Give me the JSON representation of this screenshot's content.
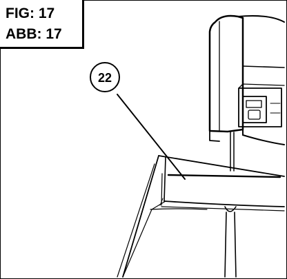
{
  "figure": {
    "label_line_1": "FIG: 17",
    "label_line_2": "ABB: 17"
  },
  "callouts": [
    {
      "number": "22"
    }
  ],
  "colors": {
    "ink": "#000000",
    "paper": "#ffffff"
  }
}
